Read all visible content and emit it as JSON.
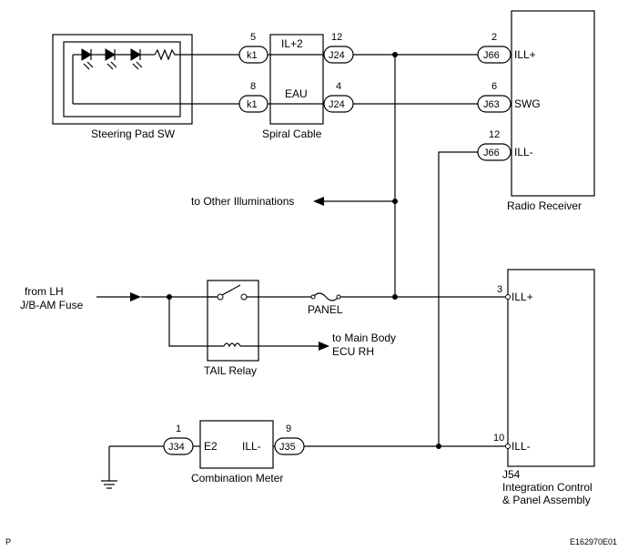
{
  "components": {
    "steering_pad": "Steering Pad SW",
    "spiral_cable": "Spiral Cable",
    "spiral_top": "IL+2",
    "spiral_bottom": "EAU",
    "radio": "Radio Receiver",
    "radio_pin_top": "ILL+",
    "radio_pin_mid": "SWG",
    "radio_pin_bot": "ILL-",
    "tail_relay": "TAIL Relay",
    "panel_fuse": "PANEL",
    "combination_meter": "Combination Meter",
    "meter_left": "E2",
    "meter_right": "ILL-",
    "integration_id": "J54",
    "integration_line1": "Integration Control",
    "integration_line2": "& Panel Assembly",
    "integration_pin_top": "ILL+",
    "integration_pin_bot": "ILL-"
  },
  "labels": {
    "other_illum": "to Other Illuminations",
    "from_lh_1": "from LH",
    "from_lh_2": "J/B-AM Fuse",
    "main_body_1": "to Main Body",
    "main_body_2": "ECU RH"
  },
  "connectors": {
    "k1a": "k1",
    "k1b": "k1",
    "j24a": "J24",
    "j24b": "J24",
    "j66a": "J66",
    "j63": "J63",
    "j66b": "J66",
    "j34": "J34",
    "j35": "J35"
  },
  "pins": {
    "k1a": "5",
    "k1b": "8",
    "j24a": "12",
    "j24b": "4",
    "j66a": "2",
    "j63": "6",
    "j66b": "12",
    "integ_top": "3",
    "integ_bot": "10",
    "j34": "1",
    "j35": "9"
  },
  "footer": {
    "left": "P",
    "right": "E162970E01"
  }
}
